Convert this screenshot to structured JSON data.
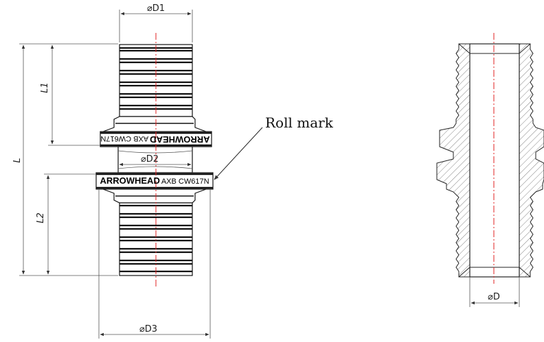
{
  "labels": {
    "d1": "⌀D1",
    "d2": "⌀D2",
    "d3": "⌀D3",
    "d": "⌀D",
    "l": "L",
    "l1": "L1",
    "l2": "L2",
    "roll_mark": "Roll mark"
  },
  "marking": {
    "top_brand": "ARROWHEAD",
    "top_code": "AXB CW617N",
    "bottom_brand": "ARROWHEAD",
    "bottom_code": "AXB CW617N"
  }
}
